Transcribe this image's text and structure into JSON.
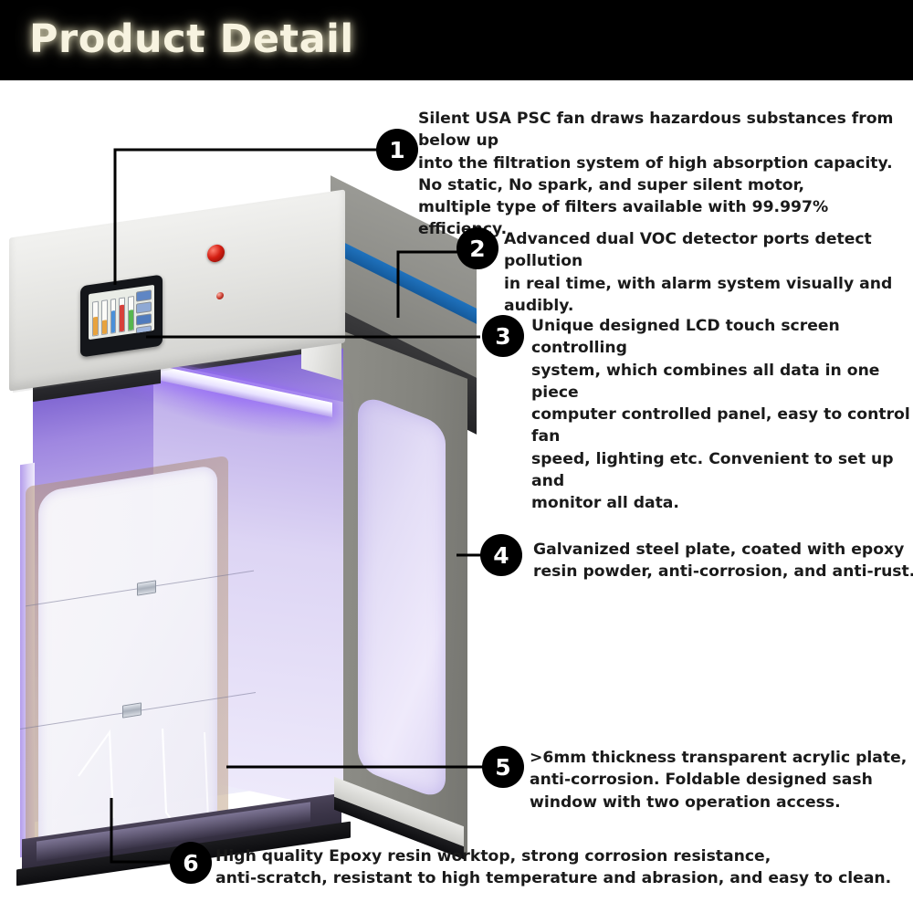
{
  "header": {
    "title": "Product Detail"
  },
  "product": {
    "name": "ductless-fume-hood",
    "control_panel": {
      "lcd_screen": "lcd-touch-screen",
      "indicator_lamp": "red-indicator-lamp",
      "small_button": "small-red-button",
      "lcd_bars": [
        {
          "color": "#e8a33d",
          "fill_pct": 55
        },
        {
          "color": "#e8a33d",
          "fill_pct": 42
        },
        {
          "color": "#4a90d9",
          "fill_pct": 68
        },
        {
          "color": "#d7403a",
          "fill_pct": 80
        },
        {
          "color": "#57b74f",
          "fill_pct": 62
        }
      ],
      "lcd_tiles": [
        "#5f86c4",
        "#8fa9d4",
        "#4f7bbd",
        "#9fb6dd"
      ]
    },
    "accent_colors": {
      "stripe_blue": "#1a6cb5",
      "cabinet_grey": "#8a8a85",
      "dark_band": "#2d2d2f",
      "chamber_light": "#a487e4",
      "worktop_black": "#101013"
    }
  },
  "callouts": [
    {
      "number": "1",
      "text": "Silent USA PSC fan draws hazardous substances from below up\ninto the filtration system of high absorption capacity.\nNo static, No spark, and super silent motor,\nmultiple type of filters available with 99.997% efficiency."
    },
    {
      "number": "2",
      "text": "Advanced dual VOC detector ports detect pollution\nin real time, with alarm system visually and audibly."
    },
    {
      "number": "3",
      "text": "Unique designed LCD touch screen controlling\nsystem, which combines all data in one piece\ncomputer controlled panel, easy to control fan\nspeed, lighting etc. Convenient to set up and\nmonitor all data."
    },
    {
      "number": "4",
      "text": "Galvanized steel plate, coated with epoxy\nresin powder, anti-corrosion, and anti-rust."
    },
    {
      "number": "5",
      "text": ">6mm thickness transparent acrylic plate,\nanti-corrosion. Foldable designed sash\nwindow with two operation access."
    },
    {
      "number": "6",
      "text": "High quality Epoxy resin worktop, strong corrosion resistance,\nanti-scratch, resistant to high temperature and abrasion, and easy to clean."
    }
  ]
}
